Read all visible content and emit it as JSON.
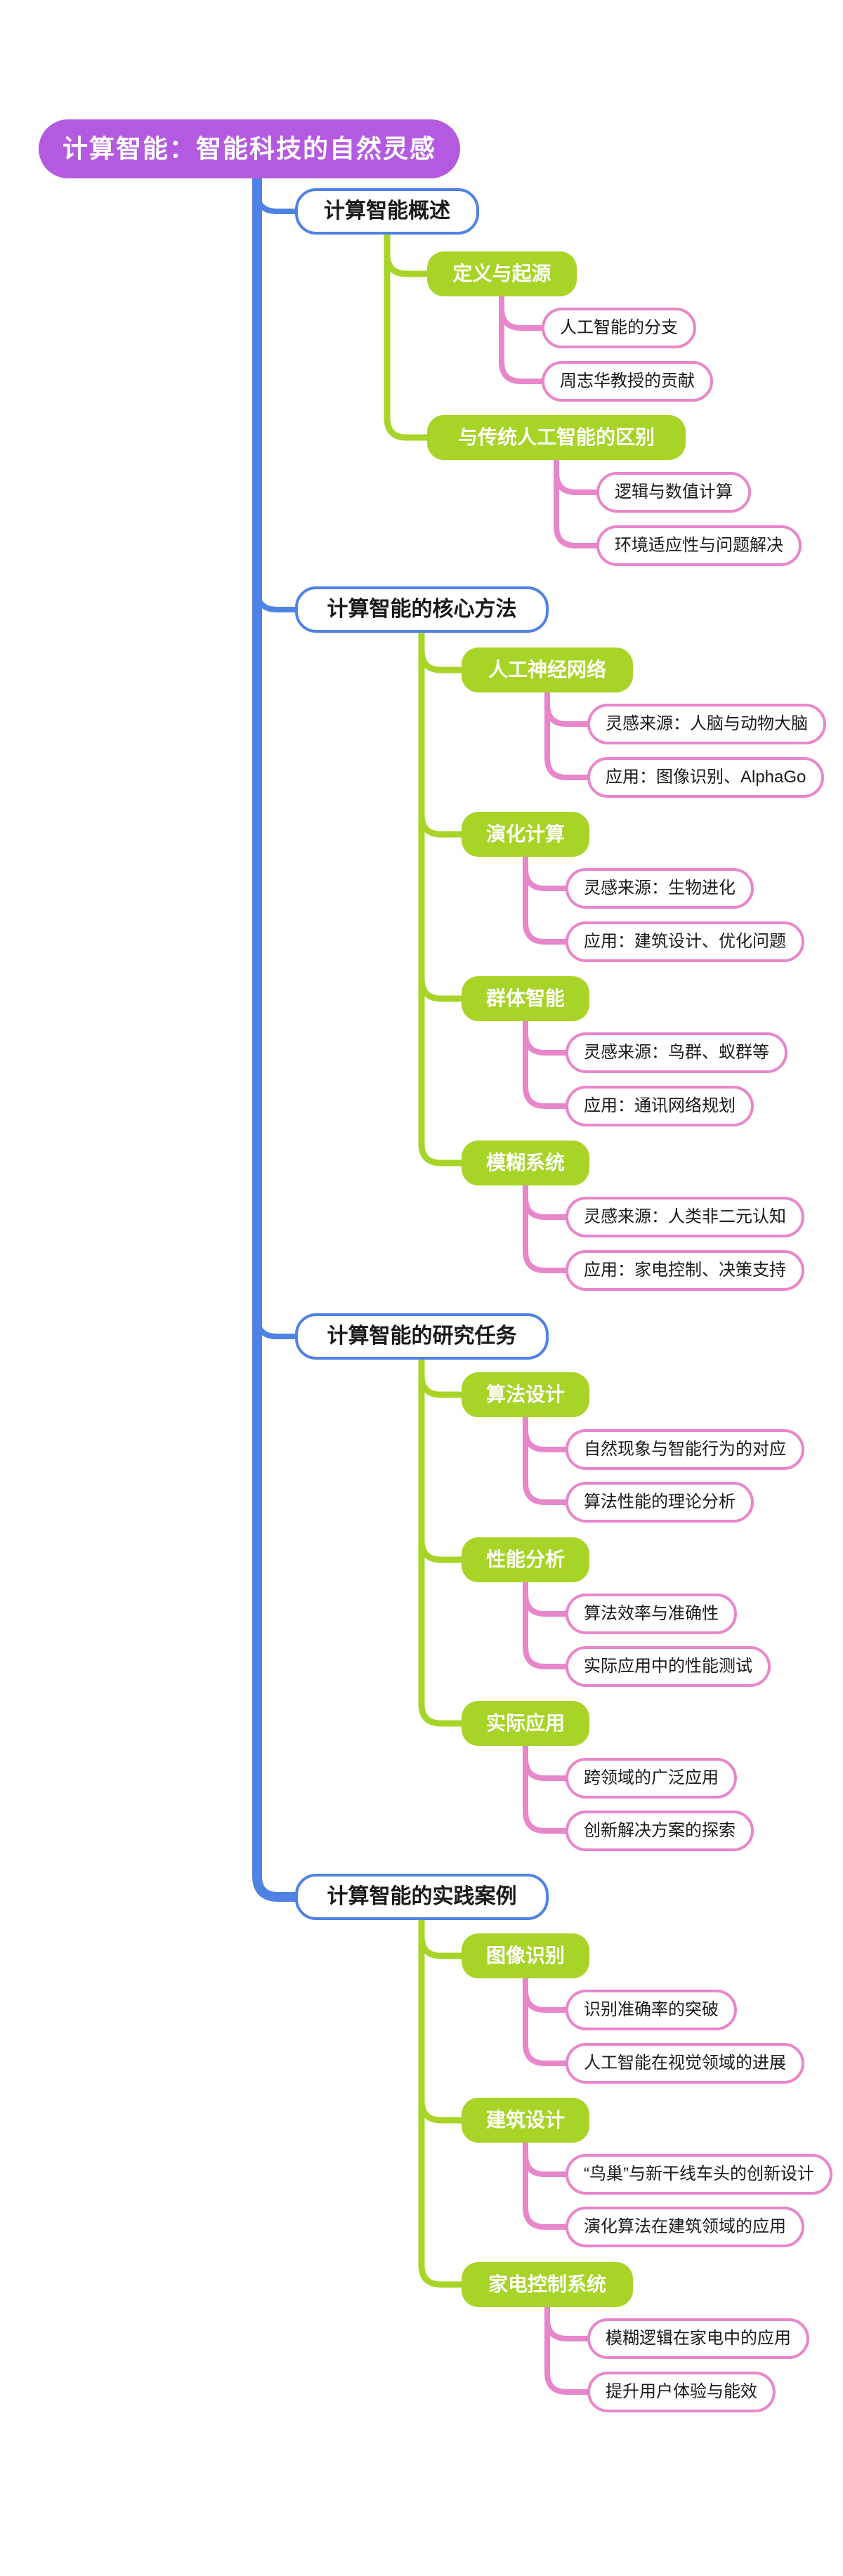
{
  "palette": {
    "bg": "#FFFFFF",
    "root_fill": "#B35AE0",
    "branch_blue": "#5082E6",
    "branch_green": "#A7D426",
    "branch_pink": "#E886CB",
    "ink": "#1A1A1A"
  },
  "root": {
    "label": "计算智能：智能科技的自然灵感",
    "children": [
      {
        "label": "计算智能概述",
        "children": [
          {
            "label": "定义与起源",
            "children": [
              {
                "label": "人工智能的分支"
              },
              {
                "label": "周志华教授的贡献"
              }
            ]
          },
          {
            "label": "与传统人工智能的区别",
            "children": [
              {
                "label": "逻辑与数值计算"
              },
              {
                "label": "环境适应性与问题解决"
              }
            ]
          }
        ]
      },
      {
        "label": "计算智能的核心方法",
        "children": [
          {
            "label": "人工神经网络",
            "children": [
              {
                "label": "灵感来源：人脑与动物大脑"
              },
              {
                "label": "应用：图像识别、AlphaGo"
              }
            ]
          },
          {
            "label": "演化计算",
            "children": [
              {
                "label": "灵感来源：生物进化"
              },
              {
                "label": "应用：建筑设计、优化问题"
              }
            ]
          },
          {
            "label": "群体智能",
            "children": [
              {
                "label": "灵感来源：鸟群、蚁群等"
              },
              {
                "label": "应用：通讯网络规划"
              }
            ]
          },
          {
            "label": "模糊系统",
            "children": [
              {
                "label": "灵感来源：人类非二元认知"
              },
              {
                "label": "应用：家电控制、决策支持"
              }
            ]
          }
        ]
      },
      {
        "label": "计算智能的研究任务",
        "children": [
          {
            "label": "算法设计",
            "children": [
              {
                "label": "自然现象与智能行为的对应"
              },
              {
                "label": "算法性能的理论分析"
              }
            ]
          },
          {
            "label": "性能分析",
            "children": [
              {
                "label": "算法效率与准确性"
              },
              {
                "label": "实际应用中的性能测试"
              }
            ]
          },
          {
            "label": "实际应用",
            "children": [
              {
                "label": "跨领域的广泛应用"
              },
              {
                "label": "创新解决方案的探索"
              }
            ]
          }
        ]
      },
      {
        "label": "计算智能的实践案例",
        "children": [
          {
            "label": "图像识别",
            "children": [
              {
                "label": "识别准确率的突破"
              },
              {
                "label": "人工智能在视觉领域的进展"
              }
            ]
          },
          {
            "label": "建筑设计",
            "children": [
              {
                "label": "“鸟巢”与新干线车头的创新设计"
              },
              {
                "label": "演化算法在建筑领域的应用"
              }
            ]
          },
          {
            "label": "家电控制系统",
            "children": [
              {
                "label": "模糊逻辑在家电中的应用"
              },
              {
                "label": "提升用户体验与能效"
              }
            ]
          }
        ]
      }
    ]
  }
}
